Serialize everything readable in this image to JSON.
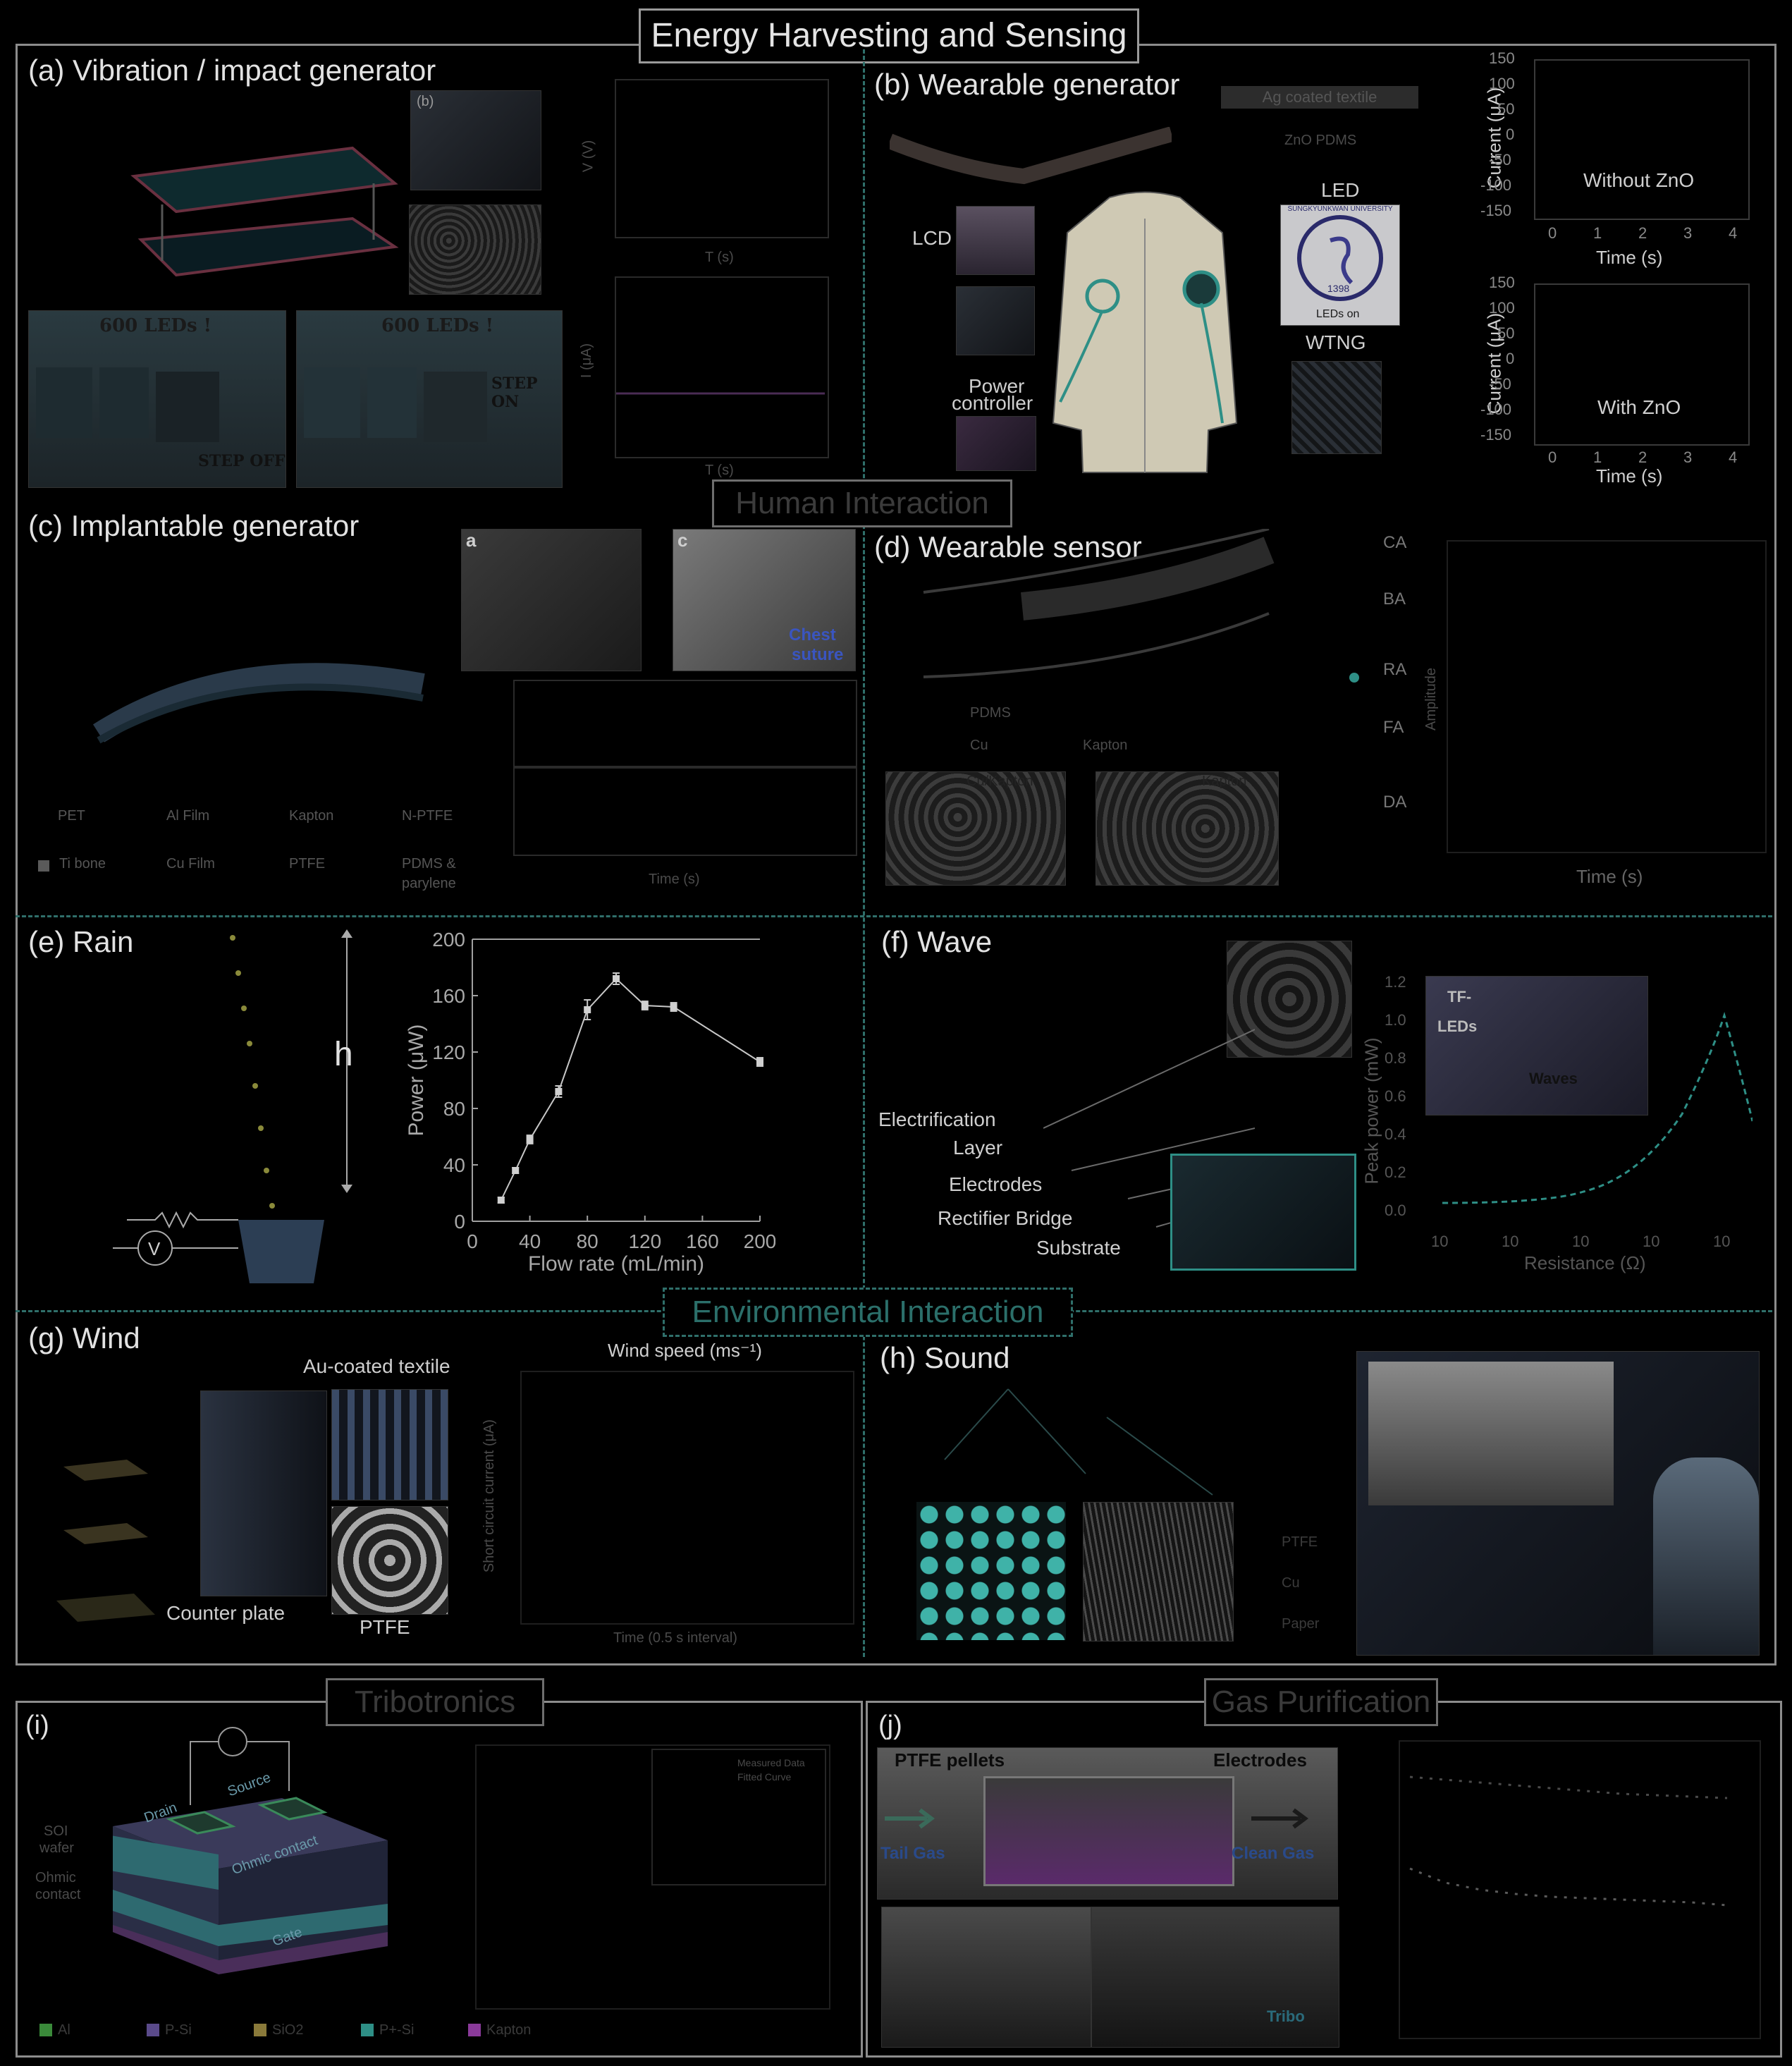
{
  "header": {
    "title": "Energy Harvesting and Sensing",
    "human": "Human Interaction",
    "environmental": "Environmental Interaction"
  },
  "panels": {
    "a": {
      "label": "(a) Vibration / impact generator",
      "inset_b": "(b)",
      "led_count_1": "600 LEDs !",
      "led_count_2": "600 LEDs !",
      "step_off": "STEP OFF",
      "step_on": "STEP ON",
      "axis_v": "V (V)",
      "axis_i": "I (μA)",
      "axis_t": "T (s)"
    },
    "b": {
      "label": "(b) Wearable generator",
      "ag_textile": "Ag coated textile",
      "zno_pdms": "ZnO PDMS",
      "led": "LED",
      "lcd": "LCD",
      "power_controller_1": "Power",
      "power_controller_2": "controller",
      "wtng": "WTNG",
      "university": "SUNGKYUNKWAN UNIVERSITY",
      "year": "1398",
      "leds_on": "LEDs on",
      "plot_top_series": "Without ZnO",
      "plot_bottom_series": "With ZnO",
      "ylabel": "Current (μA)",
      "xlabel": "Time (s)",
      "yticks": [
        "150",
        "100",
        "50",
        "0",
        "-50",
        "-100",
        "-150"
      ],
      "xticks": [
        "0",
        "1",
        "2",
        "3",
        "4"
      ]
    },
    "c": {
      "label": "(c) Implantable generator",
      "inset_a": "a",
      "inset_c": "c",
      "chest_1": "Chest",
      "chest_2": "suture",
      "layers": [
        "PET",
        "Al Film",
        "Kapton",
        "N-PTFE",
        "Ti bone",
        "Cu Film",
        "PTFE",
        "PDMS &",
        "parylene"
      ],
      "xlabel": "Time (s)"
    },
    "d": {
      "label": "(d) Wearable sensor",
      "sites": [
        "CA",
        "BA",
        "RA",
        "FA",
        "DA"
      ],
      "pdms": "PDMS",
      "cu": "Cu",
      "kapton": "Kapton",
      "sem1": "Cu/Kapton",
      "sem2": "Kapton",
      "xlabel": "Time (s)",
      "ylabel": "Amplitude"
    },
    "e": {
      "label": "(e) Rain",
      "h": "h",
      "v": "V"
    },
    "f": {
      "label": "(f) Wave",
      "layer1": "Electrification",
      "layer1b": "Layer",
      "layer2": "Electrodes",
      "layer3": "Rectifier Bridge",
      "layer4": "Substrate",
      "inset_tf": "TF-",
      "inset_led": "LEDs",
      "inset_wave": "Waves",
      "ylabel": "Peak power (mW)",
      "xlabel": "Resistance (Ω)",
      "yticks": [
        "1.2",
        "1.0",
        "0.8",
        "0.6",
        "0.4",
        "0.2",
        "0.0"
      ],
      "xticks": [
        "10",
        "10",
        "10",
        "10",
        "10"
      ]
    },
    "g": {
      "label": "(g) Wind",
      "au": "Au-coated textile",
      "counter": "Counter plate",
      "ptfe": "PTFE",
      "wind_speed": "Wind speed (ms⁻¹)",
      "xlabel": "Time (0.5 s interval)",
      "ylabel": "Short circuit current (μA)"
    },
    "h": {
      "label": "(h) Sound",
      "layers": [
        "PTFE",
        "Cu",
        "Paper"
      ]
    },
    "i": {
      "label": "(i)",
      "section": "Tribotronics",
      "drain": "Drain",
      "source": "Source",
      "ohmic": "Ohmic contact",
      "soi_1": "SOI",
      "soi_2": "wafer",
      "ohmic_side_1": "Ohmic",
      "ohmic_side_2": "contact",
      "gate": "Gate",
      "legend": [
        "Al",
        "P-Si",
        "SiO2",
        "P+-Si",
        "Kapton"
      ],
      "inset_legend": [
        "Measured Data",
        "Fitted Curve"
      ]
    },
    "j": {
      "label": "(j)",
      "section": "Gas Purification",
      "ptfe_pellets": "PTFE pellets",
      "electrodes": "Electrodes",
      "tail_gas": "Tail Gas",
      "clean_gas": "Clean Gas",
      "tribo": "Tribo"
    }
  },
  "chart_data": {
    "type": "line",
    "title": "",
    "xlabel": "Flow rate (mL/min)",
    "ylabel": "Power (μW)",
    "xlim": [
      0,
      200
    ],
    "ylim": [
      0,
      200
    ],
    "xticks": [
      0,
      40,
      80,
      120,
      160,
      200
    ],
    "yticks": [
      0,
      40,
      80,
      120,
      160,
      200
    ],
    "x": [
      20,
      30,
      40,
      60,
      80,
      100,
      120,
      140,
      200
    ],
    "y": [
      15,
      36,
      58,
      92,
      150,
      172,
      153,
      152,
      113
    ],
    "err": [
      2,
      2,
      3,
      4,
      7,
      4,
      3,
      3,
      3
    ]
  }
}
